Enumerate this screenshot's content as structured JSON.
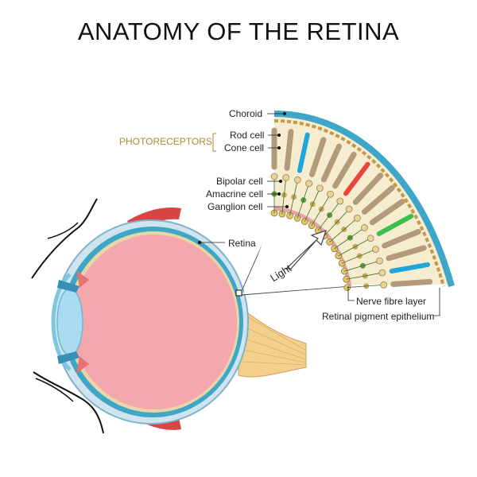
{
  "title": "ANATOMY OF THE RETINA",
  "labels": {
    "choroid": "Choroid",
    "photoreceptors": "PHOTORECEPTORS",
    "rod_cell": "Rod cell",
    "cone_cell": "Cone cell",
    "bipolar_cell": "Bipolar cell",
    "amacrine_cell": "Amacrine cell",
    "ganglion_cell": "Ganglion cell",
    "retina": "Retina",
    "light": "Light",
    "nerve_fibre_layer": "Nerve fibre layer",
    "retinal_pigment_epithelium": "Retinal pigment epithelium"
  },
  "colors": {
    "vitreous": "#f4a7ac",
    "choroid_band": "#3ea6c6",
    "photoreceptor_accent": "#b08a2e",
    "rod": "#b39a78",
    "cone_blue": "#1fa6d8",
    "cone_red": "#e8453c",
    "cone_green": "#3cc04a",
    "nerve": "#f3d08c"
  }
}
